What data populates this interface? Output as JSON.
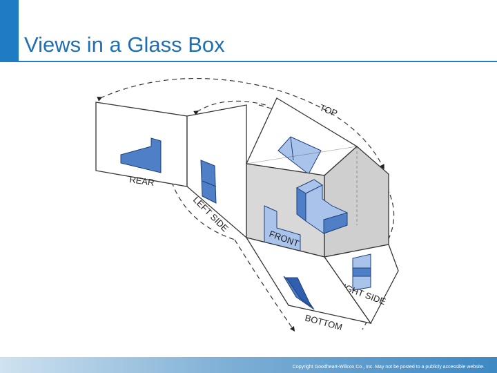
{
  "slide": {
    "title": "Views in a Glass Box",
    "footer": "Copyright Goodheart-Willcox Co., Inc.  May not be posted to a publicly accessible website."
  },
  "figure": {
    "labels": {
      "top": "TOP",
      "rear": "REAR",
      "left_side": "LEFT SIDE",
      "front": "FRONT",
      "right_side": "RIGHT SIDE",
      "bottom": "BOTTOM"
    }
  },
  "colors": {
    "accent": "#1f7cc4",
    "title": "#1f6fb2",
    "view_fill": "#4f7fc6",
    "view_fill_light": "#a9c3ea",
    "box_fill": "#d8d8d8",
    "panel_fill": "#ffffff",
    "outline": "#333333"
  }
}
